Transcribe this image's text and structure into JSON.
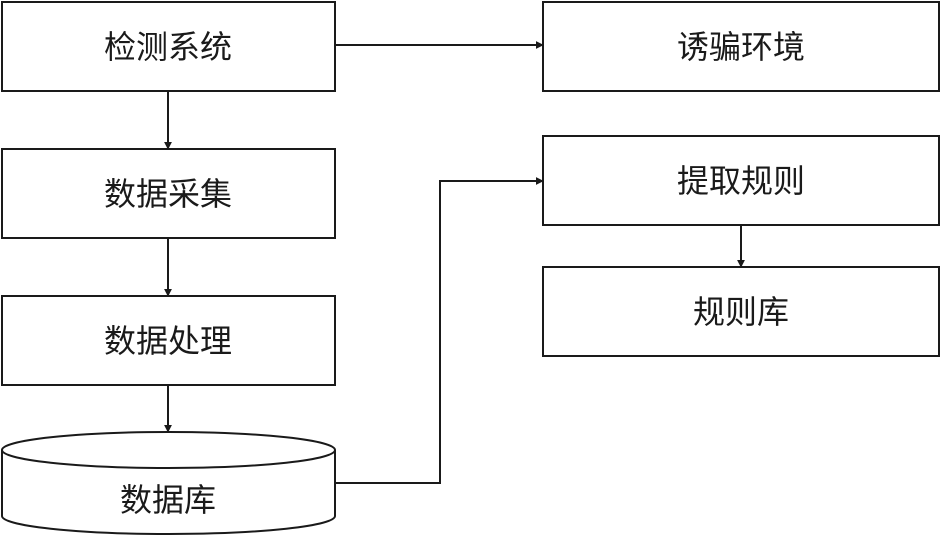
{
  "nodes": {
    "detection_system": "检测系统",
    "data_collection": "数据采集",
    "data_processing": "数据处理",
    "database": "数据库",
    "honeypot_environment": "诱骗环境",
    "extract_rules": "提取规则",
    "rule_base": "规则库"
  },
  "colors": {
    "stroke": "#1a1a1a",
    "background": "#ffffff"
  }
}
